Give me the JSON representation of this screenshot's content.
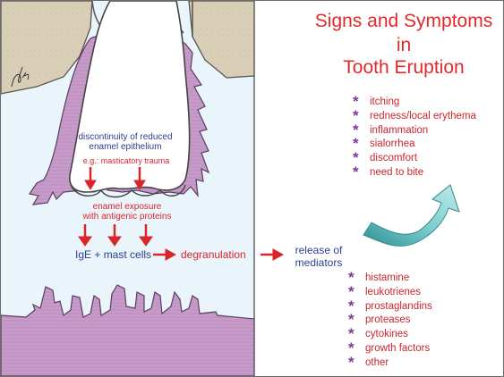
{
  "title": {
    "line1": "Signs and Symptoms",
    "line2": "in",
    "line3": "Tooth Eruption"
  },
  "symptoms": [
    "itching",
    "redness/local erythema",
    "inflammation",
    "sialorrhea",
    "discomfort",
    "need to bite"
  ],
  "mediators": [
    "histamine",
    "leukotrienes",
    "prostaglandins",
    "proteases",
    "cytokines",
    "growth factors",
    "other"
  ],
  "labels": {
    "discontinuity_line1": "discontinuity of reduced",
    "discontinuity_line2": "enamel epithelium",
    "trauma": "e.g.: masticatory trauma",
    "exposure_line1": "enamel exposure",
    "exposure_line2": "with antigenic proteins",
    "ige": "IgE + mast cells",
    "degranulation": "degranulation",
    "release_line1": "release of",
    "release_line2": "mediators"
  },
  "colors": {
    "bone": "#d9ceb6",
    "soft_tissue": "#eaf4fb",
    "epithelium": "#c79bc9",
    "arrow_red": "#d8262b",
    "star_purple": "#7a3d96",
    "teal_arrow": "#5fb9ba"
  }
}
